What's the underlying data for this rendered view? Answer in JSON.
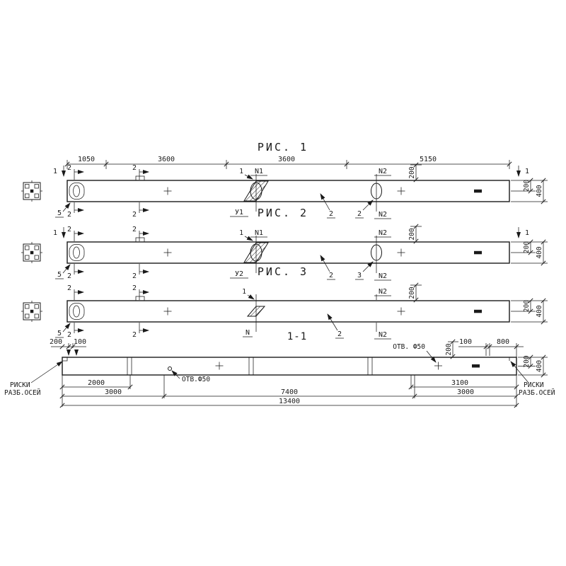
{
  "drawing": {
    "background": "#ffffff",
    "ink": "#1a1a1a"
  },
  "figures": [
    {
      "title": "РИС. 1",
      "top_dims": [
        "1050",
        "3600",
        "3600",
        "5150"
      ],
      "section_cut_left": "1",
      "section_cut_right": "1",
      "cut2_left_top": "2",
      "cut2_mid_top": "2",
      "cut2_left_bottom": "2",
      "cut2_mid_bottom": "2",
      "detail_mark": "1",
      "flag_center_top": "N1",
      "flag_right_top": "N2",
      "flag_right_bottom": "N2",
      "node_label": "У1",
      "item_left": "5",
      "item_beam": "2",
      "item_loop": "2",
      "offset_dim": "200",
      "height_dim_inner": "200",
      "height_dim_outer": "400"
    },
    {
      "title": "РИС. 2",
      "section_cut_left": "1",
      "section_cut_right": "1",
      "cut2_left_top": "2",
      "cut2_mid_top": "2",
      "cut2_left_bottom": "2",
      "cut2_mid_bottom": "2",
      "detail_mark": "1",
      "flag_center_top": "N1",
      "flag_right_top": "N2",
      "flag_right_bottom": "N2",
      "node_label": "У2",
      "item_left": "5",
      "item_beam": "2",
      "item_loop": "3",
      "offset_dim": "200",
      "height_dim_inner": "200",
      "height_dim_outer": "400"
    },
    {
      "title": "РИС. 3",
      "cut2_left_top": "2",
      "cut2_mid_top": "2",
      "cut2_left_bottom": "2",
      "cut2_mid_bottom": "2",
      "detail_mark": "1",
      "flag_right_top": "N2",
      "flag_right_bottom": "N2",
      "node_label": "N",
      "item_left": "5",
      "item_beam": "2",
      "offset_dim": "200",
      "height_dim_inner": "200",
      "height_dim_outer": "400"
    }
  ],
  "section": {
    "title": "1-1",
    "top_left_dims": [
      "200",
      "100"
    ],
    "top_right_dims": [
      "100",
      "800"
    ],
    "hole_label_left": "ОТВ.Ф50",
    "hole_label_right": "ОТВ. Ф50",
    "offset_dim": "200",
    "height_dim_inner": "200",
    "height_dim_outer": "400",
    "axis_marks_left_line1": "РИСКИ",
    "axis_marks_left_line2": "РАЗБ.ОСЕЙ",
    "axis_marks_right_line1": "РИСКИ",
    "axis_marks_right_line2": "РАЗБ.ОСЕЙ",
    "bottom_dims_row1": [
      "2000",
      "3100"
    ],
    "bottom_dims_row2": [
      "3000",
      "7400",
      "3000"
    ],
    "bottom_dims_row3": [
      "13400"
    ]
  }
}
